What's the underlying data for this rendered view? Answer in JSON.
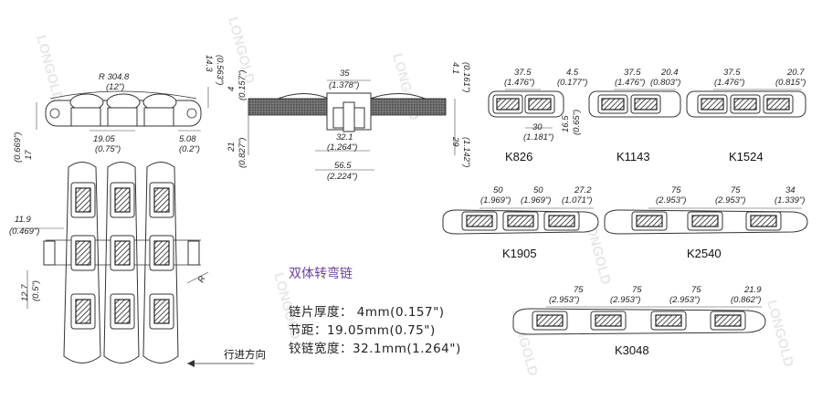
{
  "watermark": "LONGOLD",
  "side_view": {
    "radius": "R 304.8",
    "radius_in": "(12\")",
    "h_top": "14.3",
    "h_top_in": "(0.563\")",
    "h_left": "17",
    "h_left_in": "(0.669\")",
    "pitch": "19.05",
    "pitch_in": "(0.75\")",
    "offset": "5.08",
    "offset_in": "(0.2\")"
  },
  "section_view": {
    "w_top": "35",
    "w_top_in": "(1.378\")",
    "h_upper": "4",
    "h_upper_in": "(0.157\")",
    "h_lower": "21",
    "h_lower_in": "(0.827\")",
    "pin_len": "32.1",
    "pin_len_in": "(1.264\")",
    "width": "56.5",
    "width_in": "(2.224\")",
    "r_top": "4.1",
    "r_top_in": "(0.161\")",
    "r_bottom": "29",
    "r_bottom_in": "(1.142\")"
  },
  "plan_view": {
    "d1": "11.9",
    "d1_in": "(0.469\")",
    "d2": "12.7",
    "d2_in": "(0.5\")",
    "r": "R",
    "direction": "行进方向"
  },
  "models": [
    {
      "name": "K826",
      "d1": "37.5",
      "d1_in": "(1.476\")",
      "d2": "4.5",
      "d2_in": "(0.177\")",
      "d3": "30",
      "d3_in": "(1.181\")",
      "d4": "16.5",
      "d4_in": "(0.65\")"
    },
    {
      "name": "K1143",
      "d1": "37.5",
      "d1_in": "(1.476\")",
      "d2": "20.4",
      "d2_in": "(0.803\")"
    },
    {
      "name": "K1524",
      "d1": "37.5",
      "d1_in": "(1.476\")",
      "d2": "20.7",
      "d2_in": "(0.815\")"
    },
    {
      "name": "K1905",
      "d1": "50",
      "d1_in": "(1.969\")",
      "d2": "50",
      "d2_in": "(1.969\")",
      "d3": "27.2",
      "d3_in": "(1.071\")"
    },
    {
      "name": "K2540",
      "d1": "75",
      "d1_in": "(2.953\")",
      "d2": "75",
      "d2_in": "(2.953\")",
      "d3": "34",
      "d3_in": "(1.339\")"
    },
    {
      "name": "K3048",
      "d1": "75",
      "d1_in": "(2.953\")",
      "d2": "75",
      "d2_in": "(2.953\")",
      "d3": "75",
      "d3_in": "(2.953\")",
      "d4": "21.9",
      "d4_in": "(0.862\")"
    }
  ],
  "spec": {
    "title": "双体转弯链",
    "thickness": "链片厚度：  4mm(0.157\")",
    "pitch": "节距：19.05mm(0.75\")",
    "width": "铰链宽度：32.1mm(1.264\")"
  }
}
